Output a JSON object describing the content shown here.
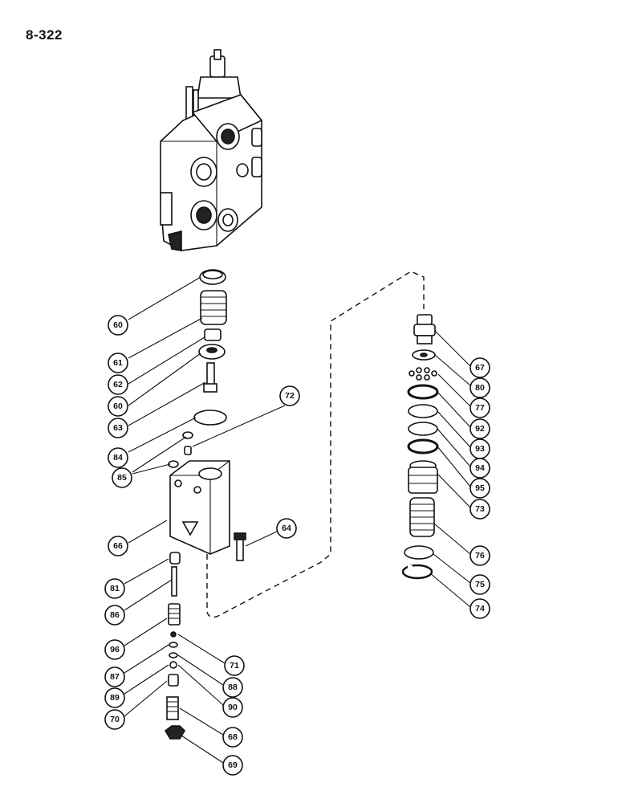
{
  "page": {
    "number": "8-322"
  },
  "callouts": [
    {
      "key": "c60a",
      "label": "60"
    },
    {
      "key": "c61",
      "label": "61"
    },
    {
      "key": "c62",
      "label": "62"
    },
    {
      "key": "c60b",
      "label": "60"
    },
    {
      "key": "c63",
      "label": "63"
    },
    {
      "key": "c72",
      "label": "72"
    },
    {
      "key": "c84",
      "label": "84"
    },
    {
      "key": "c85",
      "label": "85"
    },
    {
      "key": "c66",
      "label": "66"
    },
    {
      "key": "c64",
      "label": "64"
    },
    {
      "key": "c81",
      "label": "81"
    },
    {
      "key": "c86",
      "label": "86"
    },
    {
      "key": "c96",
      "label": "96"
    },
    {
      "key": "c71",
      "label": "71"
    },
    {
      "key": "c87",
      "label": "87"
    },
    {
      "key": "c88",
      "label": "88"
    },
    {
      "key": "c89",
      "label": "89"
    },
    {
      "key": "c90",
      "label": "90"
    },
    {
      "key": "c70",
      "label": "70"
    },
    {
      "key": "c68",
      "label": "68"
    },
    {
      "key": "c69",
      "label": "69"
    },
    {
      "key": "c67",
      "label": "67"
    },
    {
      "key": "c80",
      "label": "80"
    },
    {
      "key": "c77",
      "label": "77"
    },
    {
      "key": "c92",
      "label": "92"
    },
    {
      "key": "c93",
      "label": "93"
    },
    {
      "key": "c94",
      "label": "94"
    },
    {
      "key": "c95",
      "label": "95"
    },
    {
      "key": "c73",
      "label": "73"
    },
    {
      "key": "c76",
      "label": "76"
    },
    {
      "key": "c75",
      "label": "75"
    },
    {
      "key": "c74",
      "label": "74"
    }
  ]
}
